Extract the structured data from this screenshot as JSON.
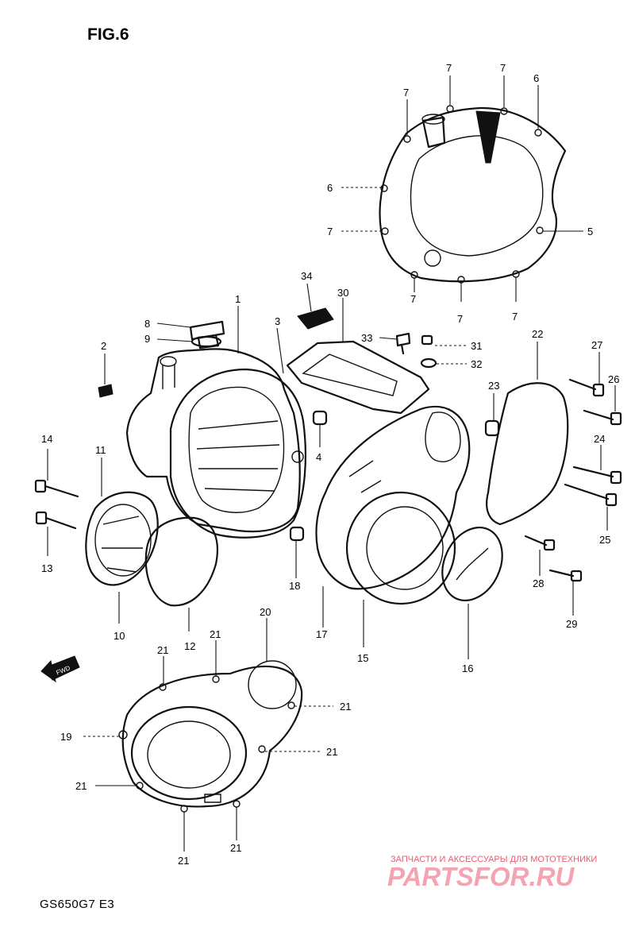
{
  "figure": {
    "title": "FIG.6",
    "model_code": "GS650G7  E3",
    "fwd_label": "FWD"
  },
  "watermark": {
    "subtitle": "ЗАПЧАСТИ И АКСЕССУАРЫ ДЛЯ МОТОТЕХНИКИ",
    "brand": "PARTSFOR.RU",
    "color": "#f4a4b0"
  },
  "callouts": {
    "c1": "1",
    "c2": "2",
    "c3": "3",
    "c4": "4",
    "c5": "5",
    "c6a": "6",
    "c6b": "6",
    "c7a": "7",
    "c7b": "7",
    "c7c": "7",
    "c7d": "7",
    "c7e": "7",
    "c7f": "7",
    "c7g": "7",
    "c8": "8",
    "c9": "9",
    "c10": "10",
    "c11": "11",
    "c12": "12",
    "c13": "13",
    "c14": "14",
    "c15": "15",
    "c16": "16",
    "c17": "17",
    "c18": "18",
    "c19": "19",
    "c20": "20",
    "c21a": "21",
    "c21b": "21",
    "c21c": "21",
    "c21d": "21",
    "c21e": "21",
    "c21f": "21",
    "c21g": "21",
    "c22": "22",
    "c23": "23",
    "c24": "24",
    "c25": "25",
    "c26": "26",
    "c27": "27",
    "c28": "28",
    "c29": "29",
    "c30": "30",
    "c31": "31",
    "c32": "32",
    "c33": "33",
    "c34": "34"
  }
}
